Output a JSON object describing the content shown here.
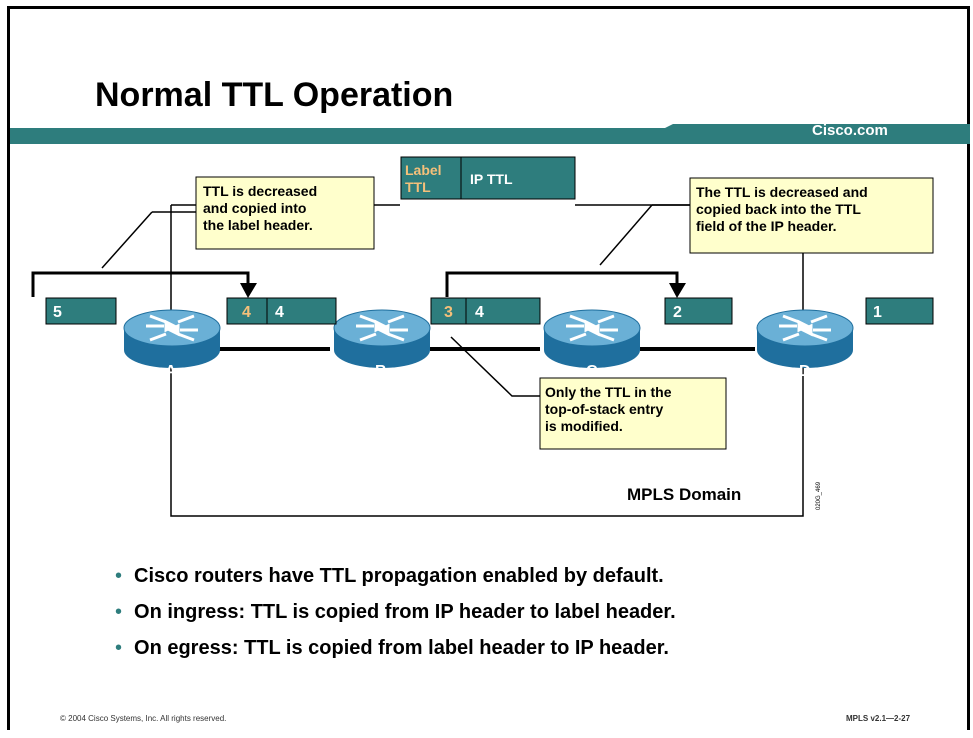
{
  "slide": {
    "title": "Normal TTL Operation",
    "brand": "Cisco.com"
  },
  "header_legend": {
    "label_ttl": [
      "Label",
      "TTL"
    ],
    "ip_ttl": "IP TTL"
  },
  "callouts": {
    "ingress": [
      "TTL is decreased",
      "and copied into",
      "the label header."
    ],
    "egress": [
      "The TTL is decreased and",
      "copied back into the TTL",
      "field of the IP header."
    ],
    "top_of_stack": [
      "Only the TTL in the",
      "top-of-stack entry",
      "is modified."
    ]
  },
  "packets": {
    "p5": "5",
    "p4_label": "4",
    "p4_ip": "4",
    "p3_label": "3",
    "p3_ip": "4",
    "p2": "2",
    "p1": "1"
  },
  "routers": [
    "A",
    "B",
    "C",
    "D"
  ],
  "domain_label": "MPLS Domain",
  "figure_id": "020G_469",
  "bullets": [
    "Cisco routers have TTL propagation enabled by default.",
    "On ingress: TTL is copied from IP header to label header.",
    "On egress: TTL is copied from label header to IP header."
  ],
  "footer": {
    "copyright": "© 2004 Cisco Systems, Inc. All rights reserved.",
    "course": "MPLS v2.1—2-27"
  },
  "colors": {
    "teal": "#2e7d7d",
    "callout_fill": "#ffffcc",
    "label_text": "#f5c07a",
    "router_top": "#6ab0d6",
    "router_side": "#1f6f9e"
  }
}
